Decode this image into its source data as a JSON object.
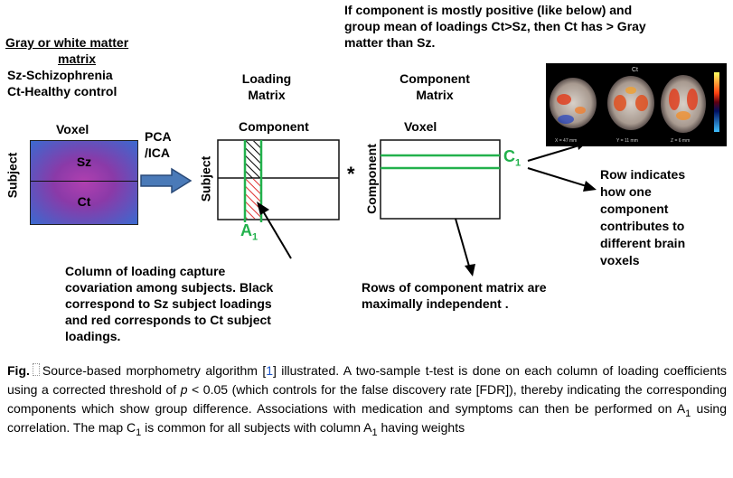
{
  "top_note": [
    "If component is mostly positive (like below) and",
    "group mean of loadings Ct>Sz, then Ct has > Gray",
    "matter than Sz."
  ],
  "left_block": {
    "heading": [
      "Gray or white matter",
      "matrix"
    ],
    "legend": [
      "Sz-Schizophrenia",
      "Ct-Healthy control"
    ],
    "voxel_label": "Voxel",
    "subject_label": "Subject",
    "row_top": "Sz",
    "row_bottom": "Ct"
  },
  "pca_label": [
    "PCA",
    "/ICA"
  ],
  "loading": {
    "title": [
      "Loading",
      "Matrix"
    ],
    "component_label": "Component",
    "subject_label": "Subject",
    "a_label": "A",
    "a_sub": "1",
    "note": [
      "Column of loading capture",
      "covariation among subjects. Black",
      "correspond to Sz subject loadings",
      "and red corresponds to Ct subject",
      "loadings."
    ]
  },
  "multiply": "*",
  "component_matrix": {
    "title": [
      "Component",
      "Matrix"
    ],
    "voxel_label": "Voxel",
    "component_label": "Component",
    "c_label": "C",
    "c_sub": "1",
    "note": [
      "Rows of component matrix are",
      "maximally independent ."
    ]
  },
  "row_note": [
    "Row indicates",
    "how one",
    "component",
    "contributes to",
    "different  brain",
    "voxels"
  ],
  "brain_image": {
    "title": "Ct",
    "labels": [
      "X = 47 mm",
      "Y = 11 mm",
      "Z = 6 mm"
    ]
  },
  "caption": {
    "fig": "Fig.",
    "part1": "Source-based morphometry algorithm [",
    "ref": "1",
    "part2": "] illustrated. A two-sample t-test is done on each column of loading coefficients using a corrected threshold of ",
    "p": "p",
    "part3": " < 0.05 (which controls for the false discovery rate [FDR]), thereby indicating the corresponding components which show group difference. Associations with medication and symptoms can then be performed on A",
    "sub1": "1",
    "part4": " using correlation. The map C",
    "sub2": "1",
    "part5": " is common for all subjects with column A",
    "sub3": "1",
    "part6": " having weights"
  },
  "colors": {
    "green": "#22b14c",
    "red": "#e03030",
    "arrow_blue": "#4a7ab8",
    "matrix_purple": "#7a3fa8",
    "matrix_blue": "#3a5fc8"
  }
}
